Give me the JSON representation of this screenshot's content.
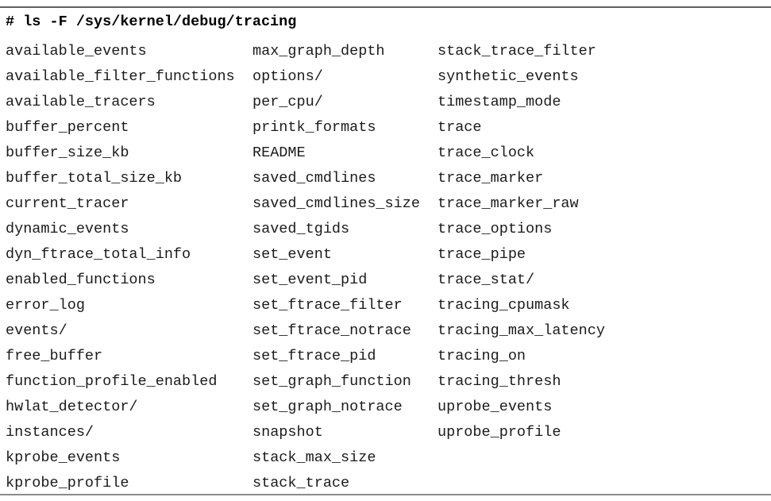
{
  "terminal": {
    "prompt_symbol": "#",
    "command": "# ls -F /sys/kernel/debug/tracing",
    "command_name": "ls",
    "command_flags": "-F",
    "command_path": "/sys/kernel/debug/tracing"
  },
  "listing": {
    "columns": [
      {
        "index": 1,
        "entries": [
          "available_events",
          "available_filter_functions",
          "available_tracers",
          "buffer_percent",
          "buffer_size_kb",
          "buffer_total_size_kb",
          "current_tracer",
          "dynamic_events",
          "dyn_ftrace_total_info",
          "enabled_functions",
          "error_log",
          "events/",
          "free_buffer",
          "function_profile_enabled",
          "hwlat_detector/",
          "instances/",
          "kprobe_events",
          "kprobe_profile"
        ]
      },
      {
        "index": 2,
        "entries": [
          "max_graph_depth",
          "options/",
          "per_cpu/",
          "printk_formats",
          "README",
          "saved_cmdlines",
          "saved_cmdlines_size",
          "saved_tgids",
          "set_event",
          "set_event_pid",
          "set_ftrace_filter",
          "set_ftrace_notrace",
          "set_ftrace_pid",
          "set_graph_function",
          "set_graph_notrace",
          "snapshot",
          "stack_max_size",
          "stack_trace"
        ]
      },
      {
        "index": 3,
        "entries": [
          "stack_trace_filter",
          "synthetic_events",
          "timestamp_mode",
          "trace",
          "trace_clock",
          "trace_marker",
          "trace_marker_raw",
          "trace_options",
          "trace_pipe",
          "trace_stat/",
          "tracing_cpumask",
          "tracing_max_latency",
          "tracing_on",
          "tracing_thresh",
          "uprobe_events",
          "uprobe_profile"
        ]
      }
    ]
  },
  "style": {
    "background": "#ffffff",
    "text_color": "#1b1b1b",
    "rule_color": "#6e6e6e"
  }
}
